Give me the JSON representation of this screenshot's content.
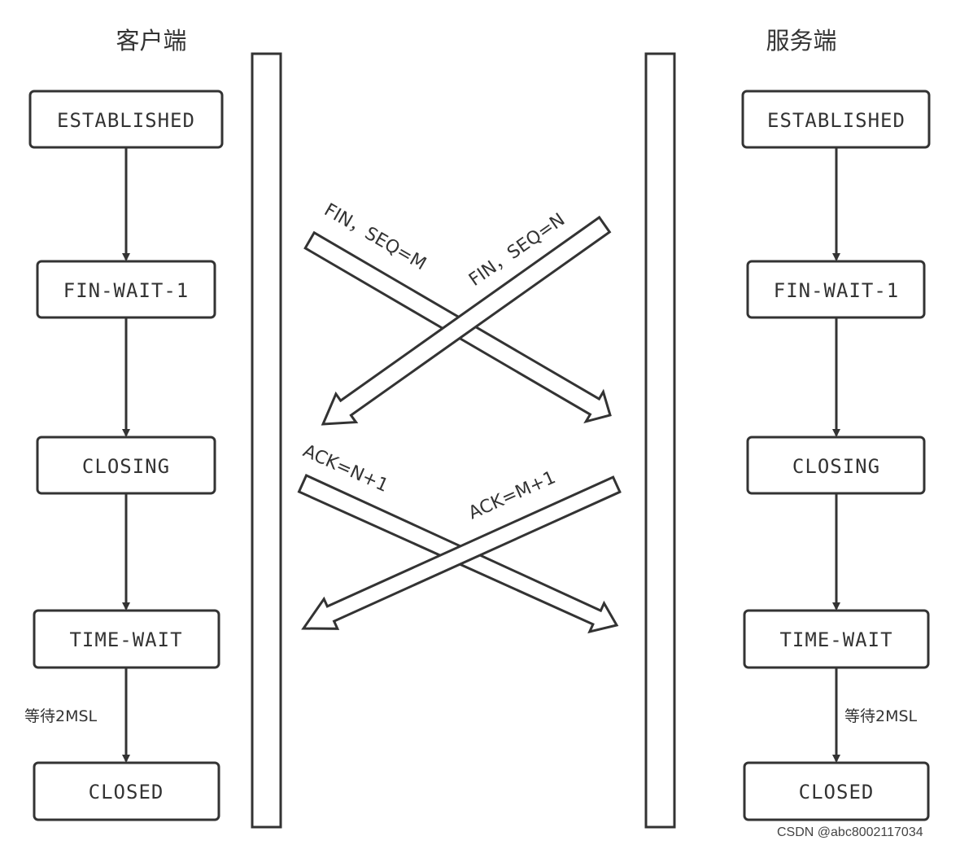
{
  "client": {
    "title": "客户端",
    "states": [
      "ESTABLISHED",
      "FIN-WAIT-1",
      "CLOSING",
      "TIME-WAIT",
      "CLOSED"
    ],
    "wait_note": "等待2MSL"
  },
  "server": {
    "title": "服务端",
    "states": [
      "ESTABLISHED",
      "FIN-WAIT-1",
      "CLOSING",
      "TIME-WAIT",
      "CLOSED"
    ],
    "wait_note": "等待2MSL"
  },
  "messages": {
    "fin_client": "FIN，SEQ=M",
    "fin_server": "FIN，SEQ=N",
    "ack_client": "ACK=N+1",
    "ack_server": "ACK=M+1"
  },
  "watermark": "CSDN @abc8002117034",
  "colors": {
    "stroke": "#333333",
    "text": "#333333",
    "background": "#ffffff"
  }
}
